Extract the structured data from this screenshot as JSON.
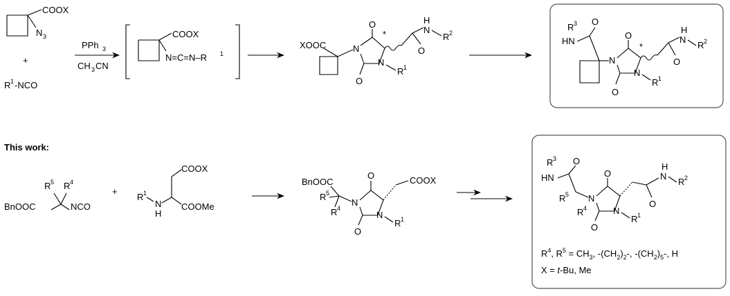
{
  "scheme_top": {
    "cooX": "COOX",
    "n3": "N",
    "n3_sub": "3",
    "plus": "+",
    "r1": "R",
    "r1_sup": "1",
    "nco": "-NCO",
    "reagent": "PPh",
    "reagent_sub": "3",
    "solvent": "CH",
    "solvent_sub": "3",
    "solvent_tail": "CN",
    "carbodiimide_cooX": "COOX",
    "carbodiimide": "N=C=N–R",
    "carbodiimide_sup": "1",
    "hyd_xooc": "XOOC",
    "atom_O": "O",
    "atom_N": "N",
    "atom_H": "H",
    "r2": "R",
    "r2_sup": "2",
    "star": "*",
    "r3": "R",
    "r3_sup": "3",
    "hn": "HN"
  },
  "scheme_bottom": {
    "label": "This work:",
    "bnooc": "BnOOC",
    "nco": "NCO",
    "r4": "R",
    "r4_sup": "4",
    "r5": "R",
    "r5_sup": "5",
    "plus": "+",
    "cooX": "COOX",
    "coome": "COOMe",
    "atom_H": "H",
    "atom_N": "N",
    "atom_O": "O",
    "hn": "HN",
    "note_r": "R",
    "note_r4": "4",
    "note_r5": "5",
    "note_rest": " = CH",
    "note_ch3": "3",
    "note_a": ", -(CH",
    "note_2": "2",
    "note_b": ")",
    "note_c": "-, -(CH",
    "note_5": "5",
    "note_d": "-, H",
    "note_x": "X = ",
    "note_tbu": "t",
    "note_tbu2": "-Bu, Me"
  }
}
